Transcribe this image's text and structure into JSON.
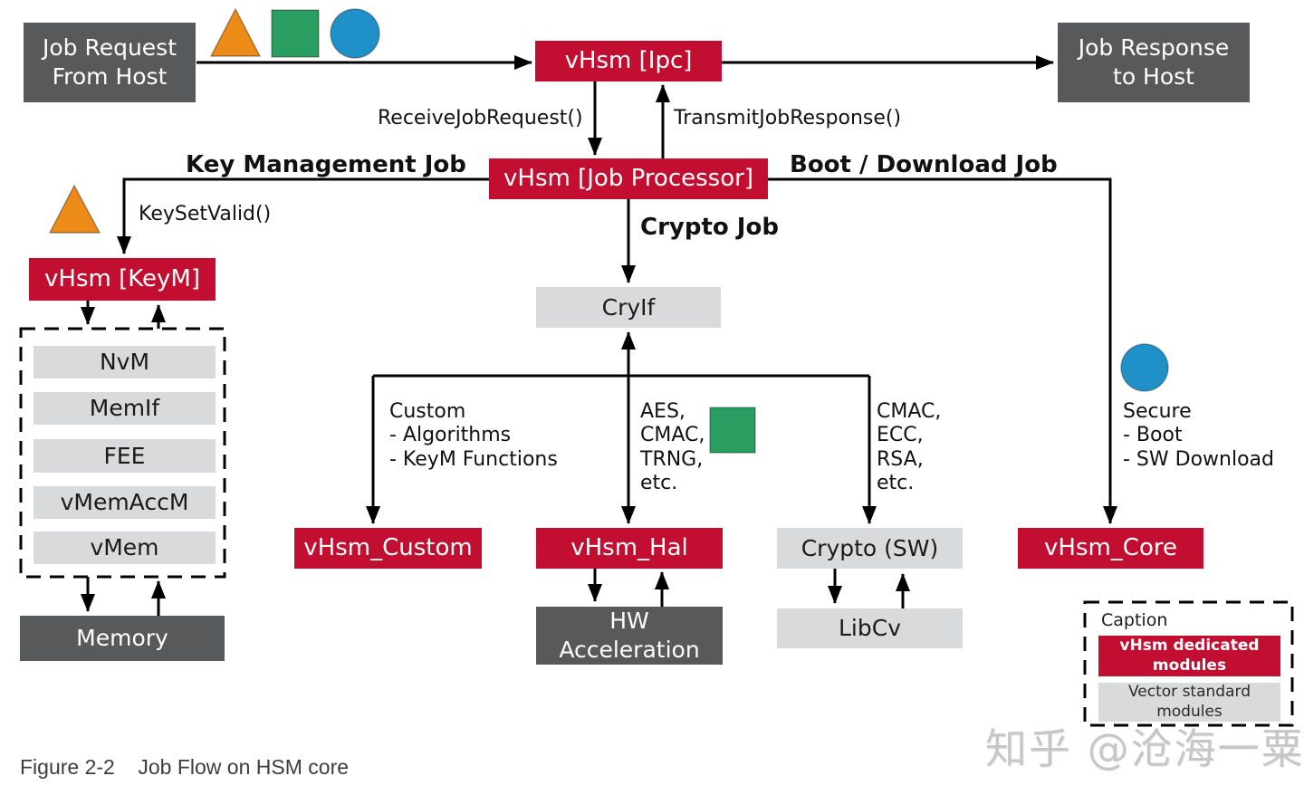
{
  "colors": {
    "red": "#c20e31",
    "dark_gray": "#58595b",
    "light_gray": "#d9dadb",
    "orange": "#ec8b18",
    "green": "#2a9e60",
    "blue": "#1f90c8"
  },
  "nodes": {
    "job_request": "Job Request\nFrom Host",
    "job_response": "Job Response\nto Host",
    "ipc": "vHsm [Ipc]",
    "job_processor": "vHsm [Job Processor]",
    "keym": "vHsm [KeyM]",
    "nvm": "NvM",
    "memif": "MemIf",
    "fee": "FEE",
    "vmemaccm": "vMemAccM",
    "vmem": "vMem",
    "memory": "Memory",
    "cryif": "CryIf",
    "vhsm_custom": "vHsm_Custom",
    "vhsm_hal": "vHsm_Hal",
    "hw_acceleration": "HW\nAcceleration",
    "crypto_sw": "Crypto (SW)",
    "libcv": "LibCv",
    "vhsm_core": "vHsm_Core"
  },
  "edge_labels": {
    "receive_job_request": "ReceiveJobRequest()",
    "transmit_job_response": "TransmitJobResponse()",
    "key_management_job": "Key Management Job",
    "boot_download_job": "Boot / Download Job",
    "crypto_job": "Crypto Job",
    "keyset_valid": "KeySetValid()"
  },
  "notes": {
    "custom": "Custom\n- Algorithms\n- KeyM Functions",
    "hal_algorithms": "AES,\nCMAC,\nTRNG,\netc.",
    "sw_algorithms": "CMAC,\nECC,\nRSA,\netc.",
    "secure": "Secure\n- Boot\n- SW Download"
  },
  "legend": {
    "title": "Caption",
    "dedicated_modules": "vHsm dedicated\nmodules",
    "standard_modules": "Vector standard\nmodules"
  },
  "figure_caption": "Figure 2-2    Job Flow on HSM core",
  "watermark": "知乎 @沧海一粟"
}
